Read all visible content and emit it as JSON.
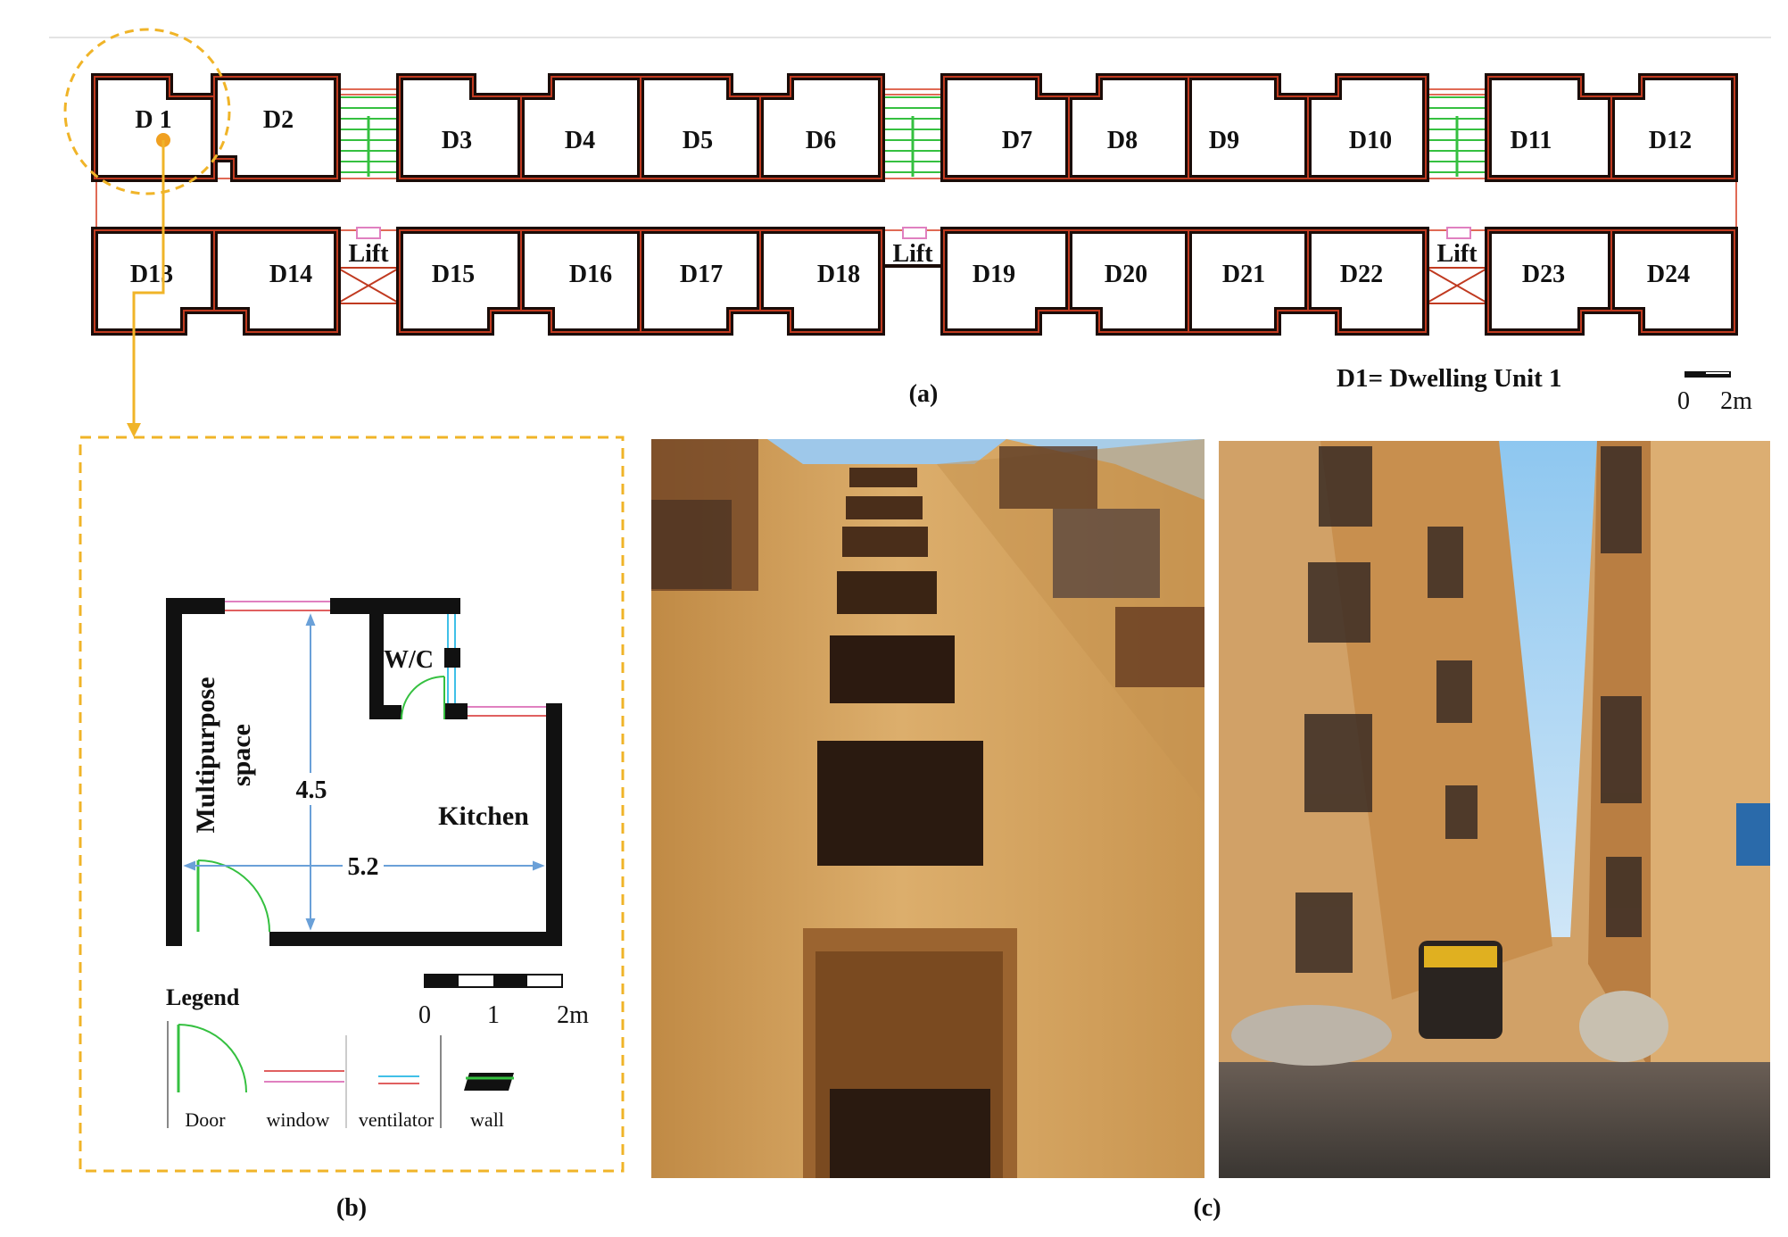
{
  "panel_a": {
    "caption": "(a)",
    "units_top": [
      "D 1",
      "D2",
      "D3",
      "D4",
      "D5",
      "D6",
      "D7",
      "D8",
      "D9",
      "D10",
      "D11",
      "D12"
    ],
    "units_bottom": [
      "D13",
      "D14",
      "D15",
      "D16",
      "D17",
      "D18",
      "D19",
      "D20",
      "D21",
      "D22",
      "D23",
      "D24"
    ],
    "lift_label": "Lift",
    "legend_note": "D1= Dwelling Unit 1",
    "scale": {
      "start": "0",
      "end": "2m"
    }
  },
  "panel_b": {
    "caption": "(b)",
    "rooms": {
      "wc": "W/C",
      "multipurpose_line1": "Multipurpose",
      "multipurpose_line2": "space",
      "kitchen": "Kitchen"
    },
    "dimensions": {
      "depth": "4.5",
      "width": "5.2"
    },
    "scale": {
      "t0": "0",
      "t1": "1",
      "t2": "2m"
    },
    "legend": {
      "title": "Legend",
      "door": "Door",
      "window": "window",
      "ventilator": "ventilator",
      "wall": "wall"
    }
  },
  "panel_c": {
    "caption": "(c)"
  },
  "colors": {
    "wall": "#1a0c08",
    "wall_outline": "#c03a20",
    "stair": "#35c040",
    "window": "#e0606a",
    "ventilator": "#40c0e8",
    "highlight": "#f0b428",
    "dimension": "#6aa0d8"
  }
}
